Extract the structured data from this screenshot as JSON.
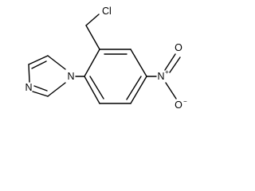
{
  "structure": {
    "atoms": {
      "chlorine": "Cl",
      "imidazole_n1": "N",
      "imidazole_n3": "N",
      "nitro_n": "N",
      "nitro_o1": "O",
      "nitro_o2": "O"
    },
    "charges": {
      "nitro_n_charge": "+",
      "nitro_o_charge": "−"
    }
  }
}
